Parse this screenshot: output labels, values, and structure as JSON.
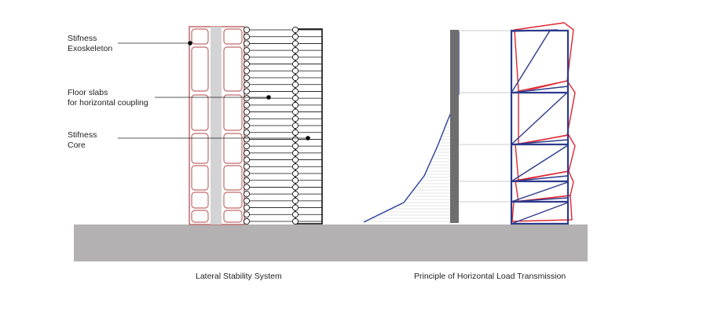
{
  "annotations": {
    "exoskeleton": "Stifness\nExoskeleton",
    "floor_slabs": "Floor slabs\nfor horizontal coupling",
    "core": "Stifness\nCore"
  },
  "captions": {
    "left": "Lateral Stability System",
    "right": "Principle of Horizontal Load Transmission"
  },
  "colors": {
    "ground": "#b3b1b2",
    "exoskeleton": "#c06a6e",
    "core": "#d3d3d3",
    "frame_blue": "#2e3a8c",
    "frame_red": "#e0262f",
    "load_line": "#2d3f9a",
    "wall": "#6e6e6e"
  }
}
